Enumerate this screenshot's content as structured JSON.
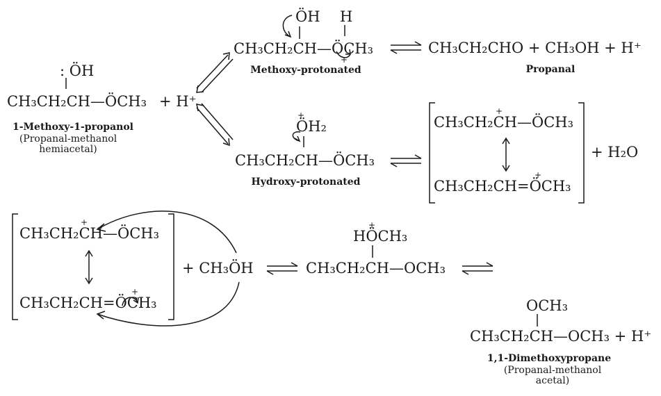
{
  "colors": {
    "ink": "#1a1a1a",
    "background": "#ffffff"
  },
  "reaction1": {
    "reactant": {
      "oh": ": ÖH",
      "formula": "CH₃CH₂CH—ÖCH₃",
      "plus_h": "+ H⁺",
      "name": "1-Methoxy-1-propanol",
      "note_line1": "(Propanal-methanol",
      "note_line2": "hemiacetal)"
    },
    "methoxy_protonated": {
      "oh": "ÖH",
      "h": "H",
      "formula": "CH₃CH₂CH—ÖCH₃",
      "charge": "+",
      "label": "Methoxy-protonated"
    },
    "products_top": {
      "formula": "CH₃CH₂CHO + CH₃OH + H⁺",
      "label": "Propanal"
    },
    "hydroxy_protonated": {
      "oh2": "ÖH₂",
      "charge": "+",
      "formula": "CH₃CH₂CH—ÖCH₃",
      "label": "Hydroxy-protonated"
    },
    "cation_resonance": {
      "form1": "CH₃CH₂CH—ÖCH₃",
      "form1_charge": "+",
      "form2": "CH₃CH₂CH=ÖCH₃",
      "form2_charge": "+"
    },
    "plus_water": "+ H₂O"
  },
  "reaction2": {
    "cation_resonance": {
      "form1": "CH₃CH₂CH—ÖCH₃",
      "form1_charge": "+",
      "form2": "CH₃CH₂CH=ÖCH₃",
      "form2_charge": "+"
    },
    "plus_methanol": "+ CH₃ÖH",
    "intermediate": {
      "top": "HÖCH₃",
      "charge": "+",
      "formula": "CH₃CH₂CH—OCH₃"
    },
    "product": {
      "top": "OCH₃",
      "formula": "CH₃CH₂CH—OCH₃ + H⁺",
      "name": "1,1-Dimethoxypropane",
      "note_line1": "(Propanal-methanol",
      "note_line2": "acetal)"
    }
  }
}
